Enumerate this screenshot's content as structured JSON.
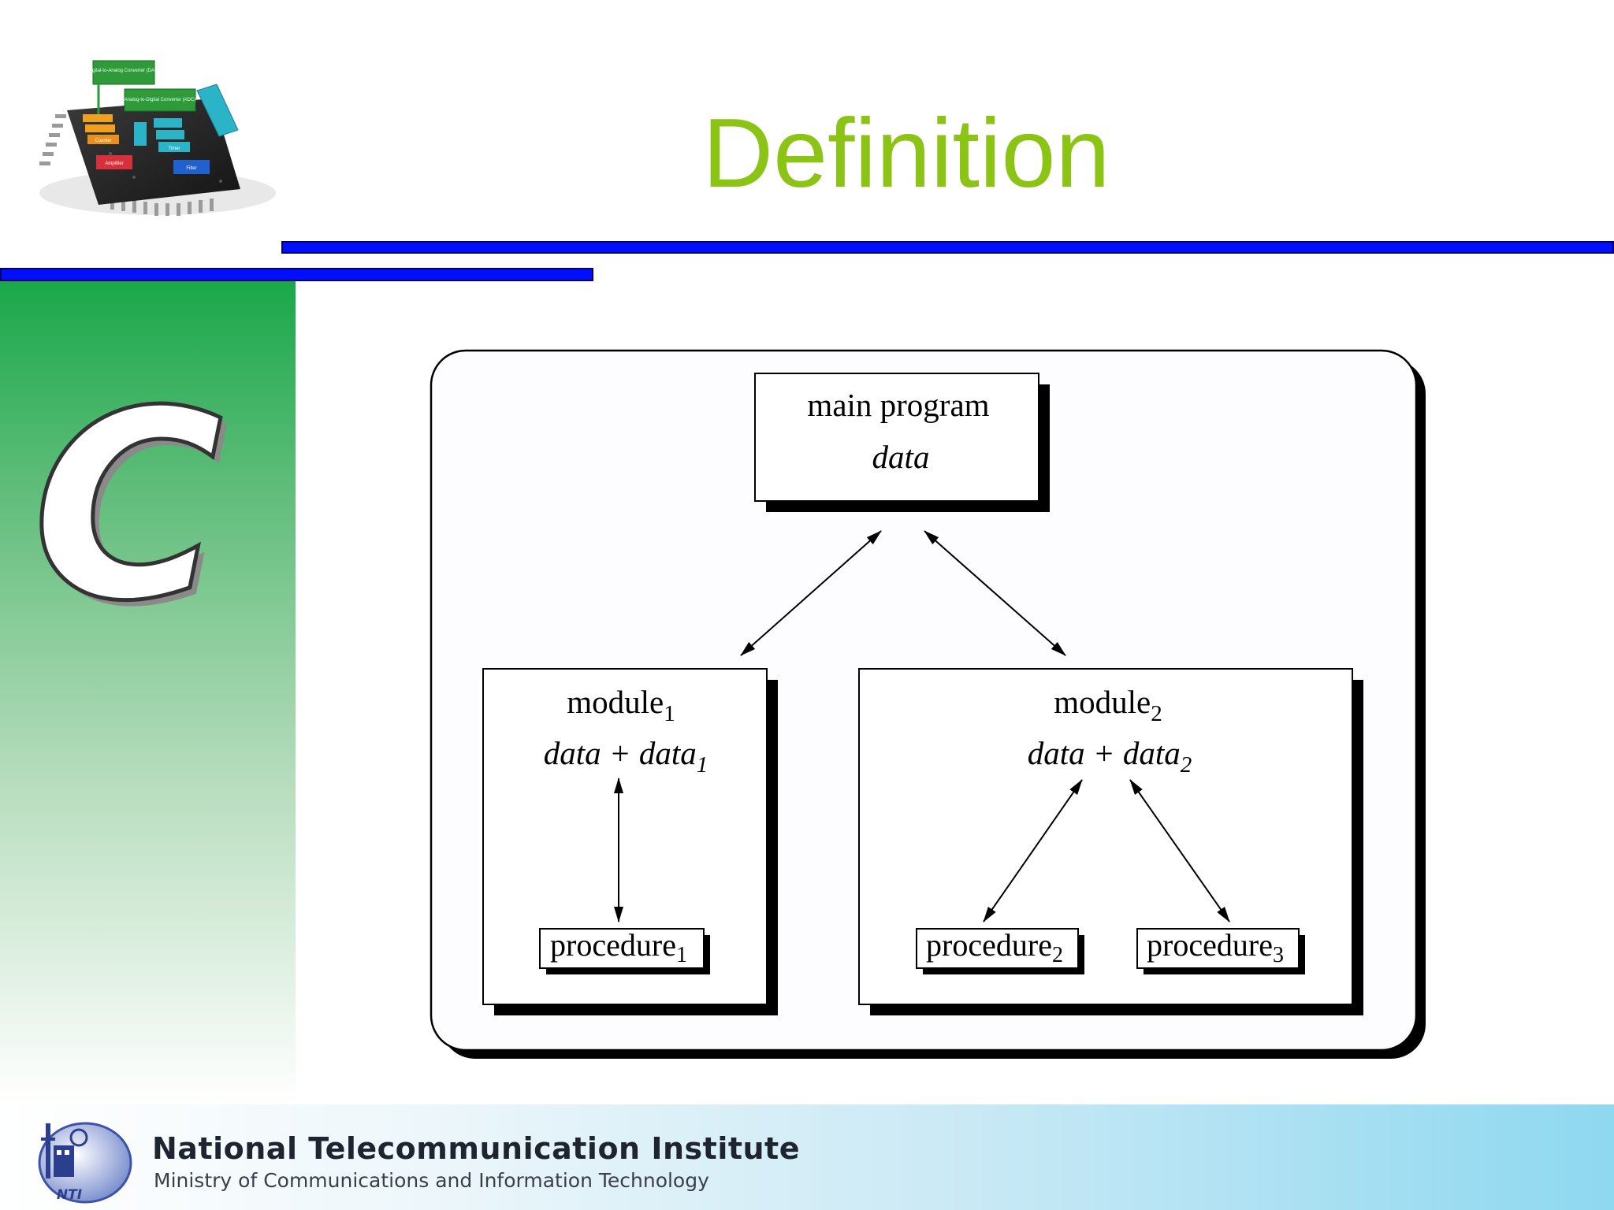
{
  "slide": {
    "title": "Definition",
    "side_letter": "C",
    "chip_labels": {
      "dac": "Digital-to-Analog Converter (DAC)",
      "adc": "Analog-to-Digital Converter (ADC)",
      "counter": "Counter",
      "timer": "Timer",
      "amplifier": "Amplifier",
      "filter": "Filter"
    }
  },
  "diagram": {
    "main": {
      "label": "main program",
      "data": "data"
    },
    "modules": [
      {
        "label": "module",
        "sub": "1",
        "data": "data + data",
        "data_sub": "1"
      },
      {
        "label": "module",
        "sub": "2",
        "data": "data + data",
        "data_sub": "2"
      }
    ],
    "procedures": [
      {
        "label": "procedure",
        "sub": "1"
      },
      {
        "label": "procedure",
        "sub": "2"
      },
      {
        "label": "procedure",
        "sub": "3"
      }
    ]
  },
  "footer": {
    "org_name": "National Telecommunication Institute",
    "org_subtitle": "Ministry of Communications and Information Technology",
    "logo_text": "NTI"
  },
  "colors": {
    "title": "#8cc416",
    "bar": "#0010ff",
    "panel_green": "#1aa84a",
    "footer_blue": "#8ed8f0"
  }
}
